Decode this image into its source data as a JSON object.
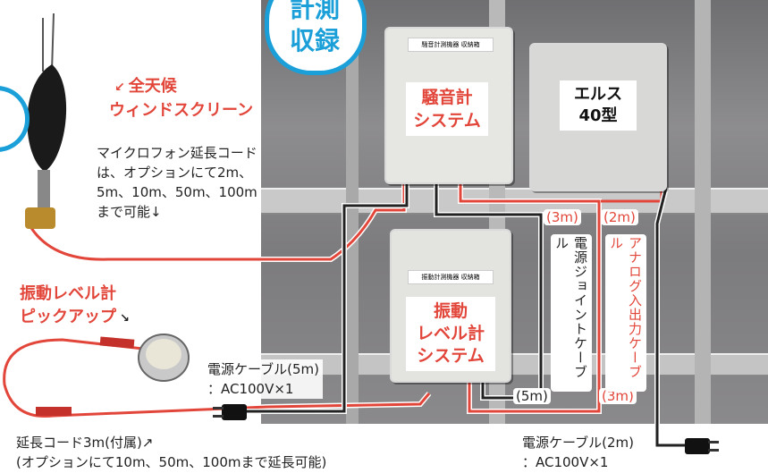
{
  "badge": {
    "line1": "計測",
    "line2": "収録"
  },
  "windscreen_label": {
    "line1": "全天候",
    "line2": "ウィンドスクリーン"
  },
  "mic_note": "マイクロフォン延長コードは、オプションにて2m、5m、10m、50m、100mまで可能↓",
  "noise_box": {
    "plate": "騒音計測機器 収納箱",
    "line1": "騒音計",
    "line2": "システム"
  },
  "elus_box": {
    "line1": "エルス",
    "line2": "40型"
  },
  "vib_box": {
    "plate": "振動計測機器 収納箱",
    "line1": "振動",
    "line2": "レベル計",
    "line3": "システム"
  },
  "vib_pickup": {
    "line1": "振動レベル計",
    "line2": "ピックアップ"
  },
  "power_cable_5m": {
    "line1": "電源ケーブル(5m)",
    "line2": "：AC100V×1"
  },
  "power_cable_2m": {
    "line1": "電源ケーブル(2m)",
    "line2": "：AC100V×1"
  },
  "ext_cord": {
    "line1": "延長コード3m(付属)↗",
    "line2": "(オプションにて10m、50m、100mまで延長可能)"
  },
  "joint_cable": "電源ジョイントケーブル",
  "analog_cable": "アナログ入出力ケーブル",
  "len_3m_a": "(3m)",
  "len_2m": "(2m)",
  "len_5m": "(5m)",
  "len_3m_b": "(3m)",
  "colors": {
    "accent": "#e2463a",
    "badge": "#1a9fd8",
    "cable_red": "#e2463a"
  }
}
